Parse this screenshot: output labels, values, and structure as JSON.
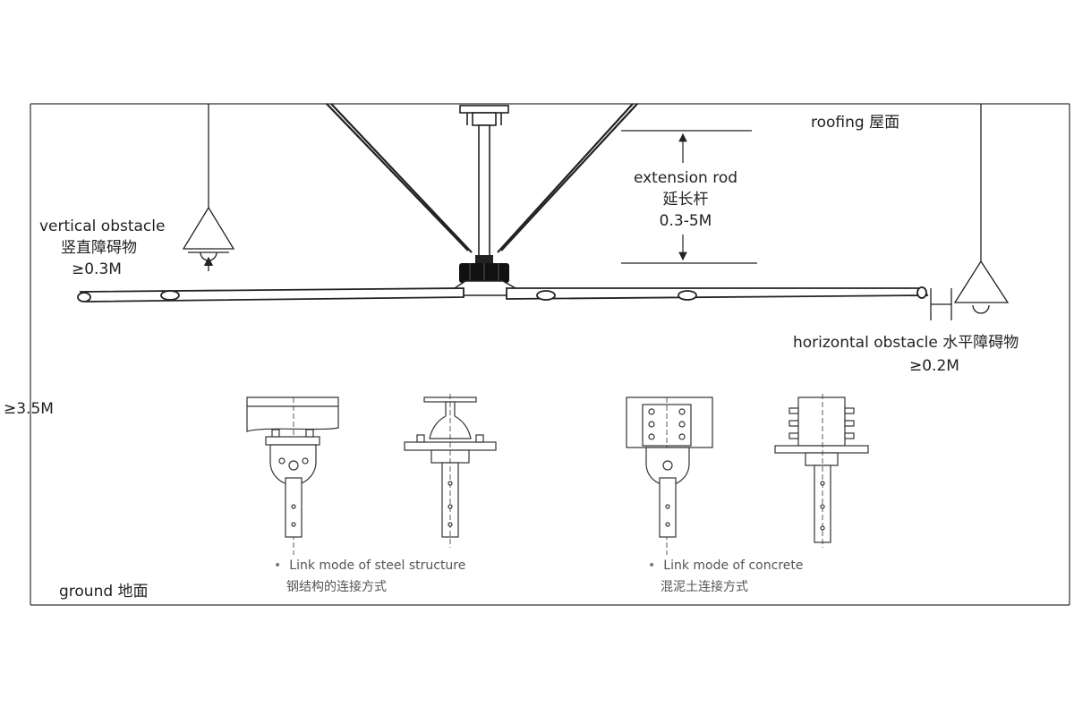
{
  "labels": {
    "roofing": "roofing 屋面",
    "extension_rod_en": "extension rod",
    "extension_rod_zh": "延长杆",
    "extension_rod_range": "0.3-5M",
    "vertical_obstacle_en": "vertical obstacle",
    "vertical_obstacle_zh": "竖直障碍物",
    "vertical_obstacle_dist": "≥0.3M",
    "horizontal_obstacle": "horizontal obstacle 水平障碍物",
    "horizontal_obstacle_dist": "≥0.2M",
    "min_height": "≥3.5M",
    "ground": "ground 地面",
    "steel_link_en": "Link mode of steel structure",
    "steel_link_zh": "钢结构的连接方式",
    "concrete_link_en": "Link mode of concrete",
    "concrete_link_zh": "混泥土连接方式"
  },
  "colors": {
    "line": "#222222",
    "motor": "#111111",
    "caption": "#555555"
  }
}
